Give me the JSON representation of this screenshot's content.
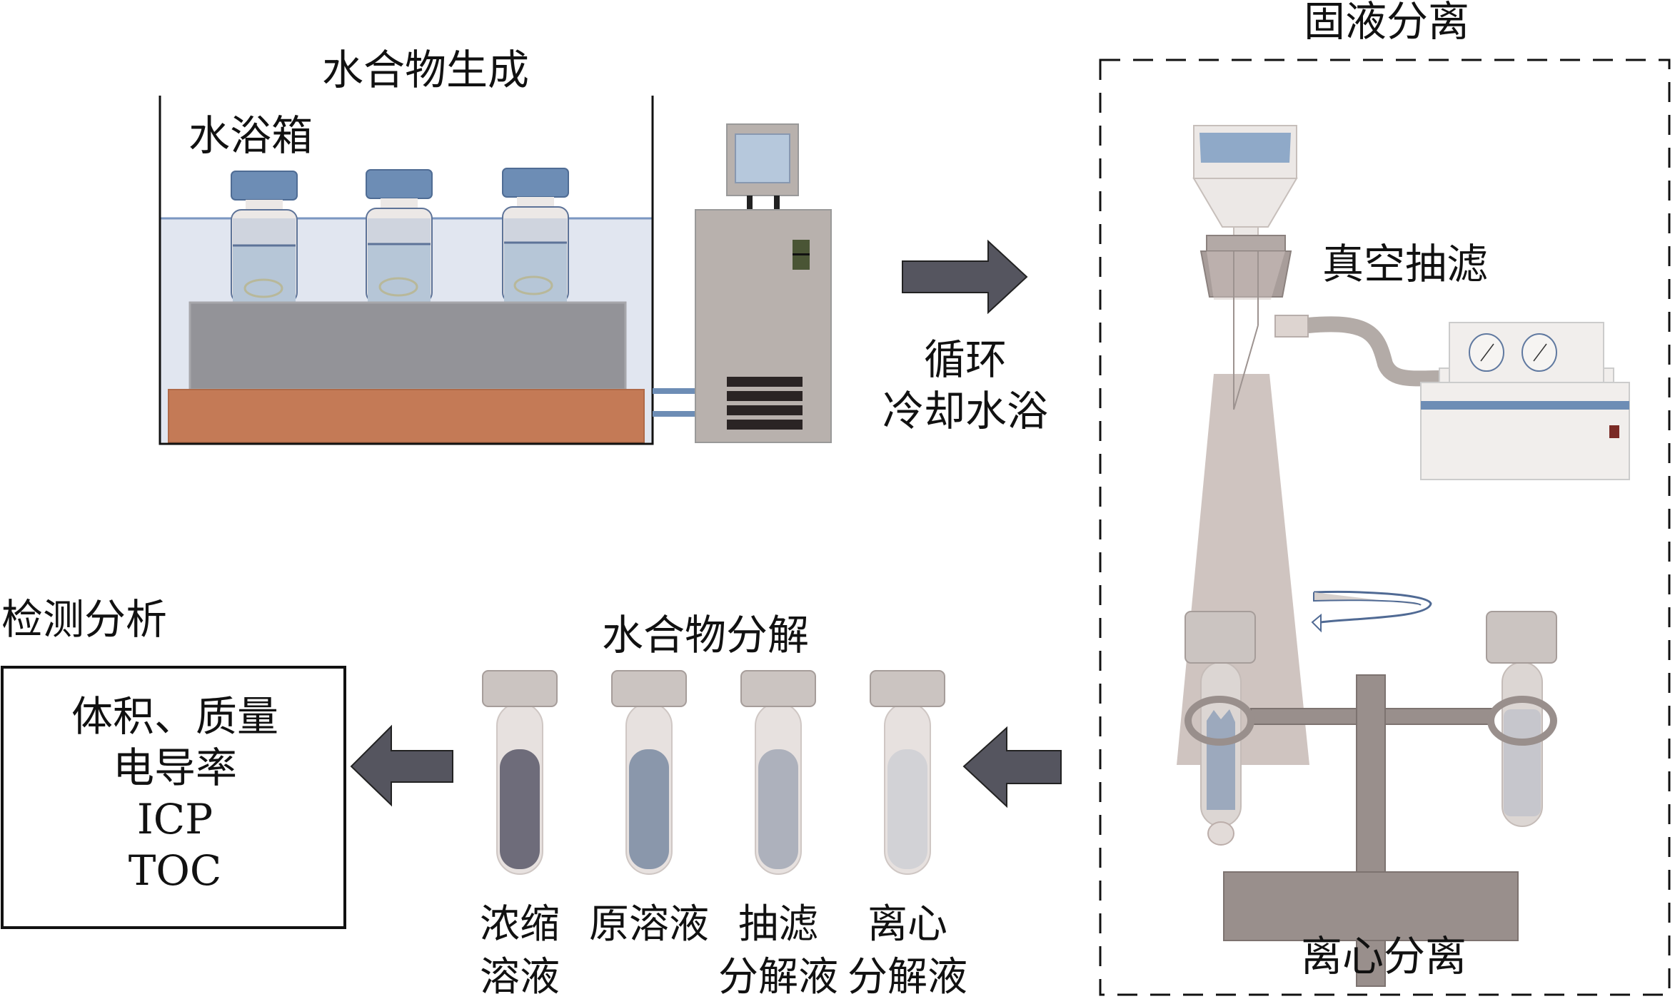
{
  "stages": {
    "hydrate_formation": {
      "title": "水合物生成",
      "bath_label": "水浴箱",
      "bottles": 3
    },
    "circulation": {
      "label_line1": "循环",
      "label_line2": "冷却水浴"
    },
    "solid_liquid_separation": {
      "title": "固液分离",
      "vacuum_filtration_label": "真空抽滤",
      "centrifugal_label": "离心分离"
    },
    "hydrate_decomposition": {
      "title": "水合物分解",
      "tubes": [
        {
          "line1": "浓缩",
          "line2": "溶液",
          "color": "#6e6c7a"
        },
        {
          "line1": "原溶液",
          "line2": "",
          "color": "#8a97ab"
        },
        {
          "line1": "抽滤",
          "line2": "分解液",
          "color": "#adb1bc"
        },
        {
          "line1": "离心",
          "line2": "分解液",
          "color": "#d2d2d6"
        }
      ]
    },
    "analysis": {
      "title": "检测分析",
      "items": [
        "体积、质量",
        "电导率",
        "ICP",
        "TOC"
      ]
    }
  },
  "colors": {
    "arrow": "#55555f",
    "water": "#e1e6f0",
    "cap_blue": "#6d8db5",
    "heater": "#c47a56",
    "plate": "#939398",
    "chiller": "#b8b1ad",
    "stand": "#998f8c"
  }
}
